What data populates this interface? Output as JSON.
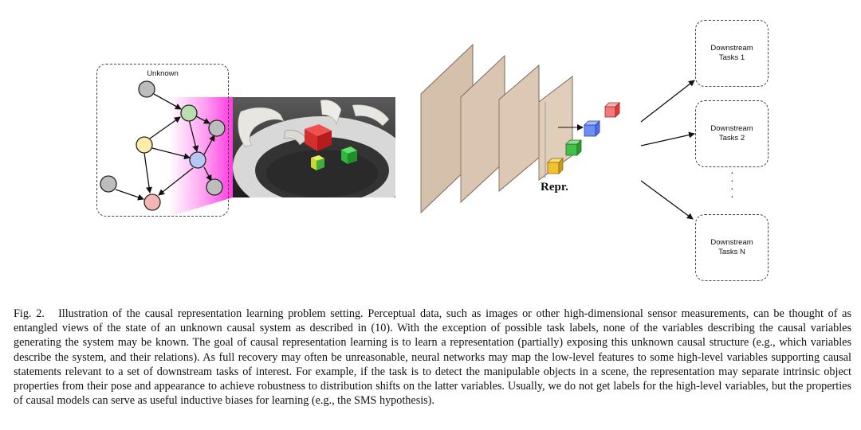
{
  "figure": {
    "unknown_label": "Unknown",
    "repr_label": "Repr.",
    "tasks": [
      "Downstream\nTasks 1",
      "Downstream\nTasks 2",
      "Downstream\nTasks N"
    ],
    "colors": {
      "node_gray": "#bdbdbd",
      "node_green": "#b9dfb0",
      "node_yellow": "#fbeda9",
      "node_blue": "#b7c7f3",
      "node_red": "#f4b5b5",
      "plate": "#dcc8b4",
      "glow": "#ff2fe0",
      "cube_red": "#e53935",
      "cube_blue": "#4a6cf0",
      "cube_green": "#43c24a",
      "cube_yellow": "#f2c230"
    }
  },
  "caption": {
    "fig_number": "Fig. 2.",
    "text": "Illustration of the causal representation learning problem setting. Perceptual data, such as images or other high-dimensional sensor measurements, can be thought of as entangled views of the state of an unknown causal system as described in (10). With the exception of possible task labels, none of the variables describing the causal variables generating the system may be known. The goal of causal representation learning is to learn a representation (partially) exposing this unknown causal structure (e.g., which variables describe the system, and their relations). As full recovery may often be unreasonable, neural networks may map the low-level features to some high-level variables supporting causal statements relevant to a set of downstream tasks of interest. For example, if the task is to detect the manipulable objects in a scene, the representation may separate intrinsic object properties from their pose and appearance to achieve robustness to distribution shifts on the latter variables. Usually, we do not get labels for the high-level variables, but the properties of causal models can serve as useful inductive biases for learning (e.g., the SMS hypothesis)."
  }
}
